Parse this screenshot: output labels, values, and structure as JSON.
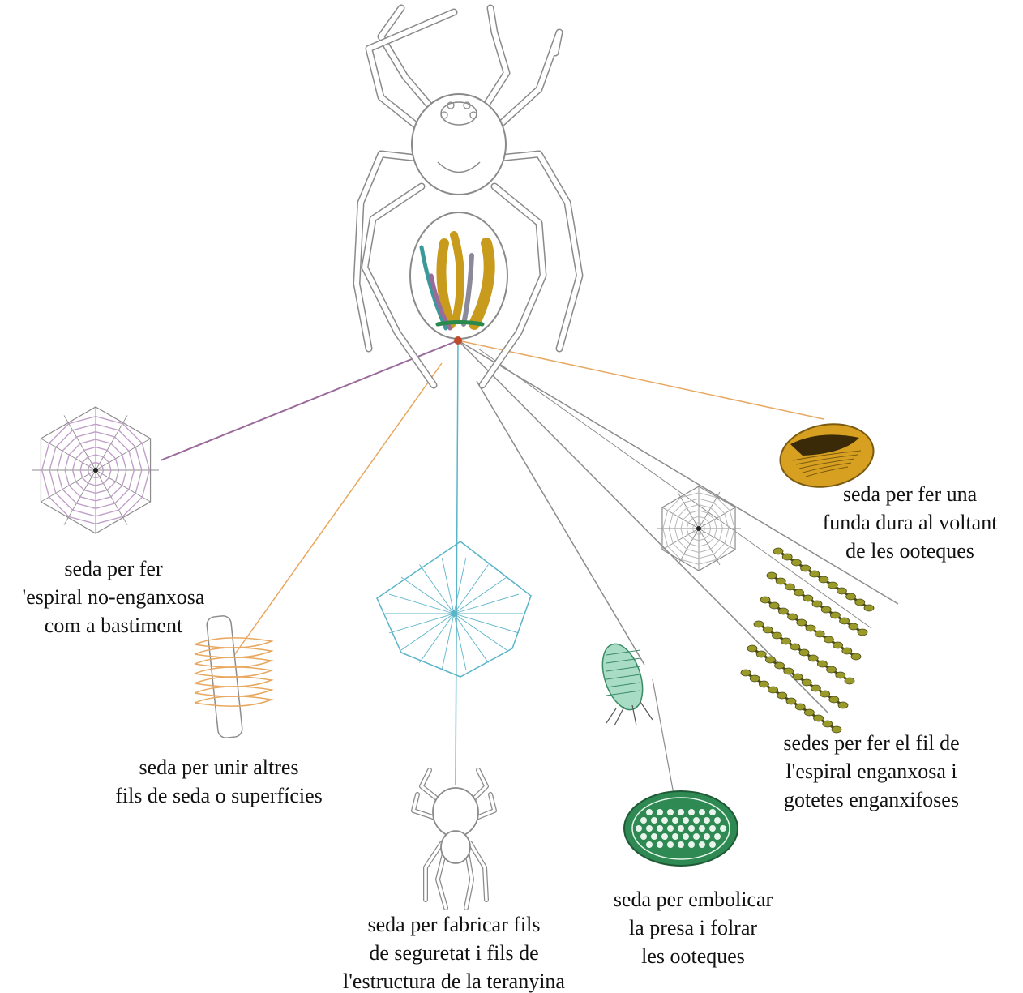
{
  "colors": {
    "outline": "#8a8a8a",
    "purple": "#9a6a9a",
    "orange": "#e8a860",
    "cyan": "#5ab4c8",
    "gray": "#8c8c8c",
    "gold": "#c89b1c",
    "green": "#2a8a4e",
    "teal": "#3a9a9a",
    "olive": "#9a9a2a"
  },
  "labels": {
    "frame_spiral": [
      "seda per fer",
      "'espiral no-enganxosa",
      "com a bastiment"
    ],
    "attach": [
      "seda per unir altres",
      "fils de seda o superfícies"
    ],
    "dragline": [
      "seda per fabricar fils",
      "de seguretat i fils de",
      "l'estructura de la teranyina"
    ],
    "wrap": [
      "seda per embolicar",
      "la presa i folrar",
      "les ooteques"
    ],
    "sticky": [
      "sedes per fer el fil de",
      "l'espiral enganxosa i",
      "gotetes enganxifoses"
    ],
    "egg_case": [
      "seda per fer una",
      "funda dura al voltant",
      "de les ooteques"
    ]
  }
}
